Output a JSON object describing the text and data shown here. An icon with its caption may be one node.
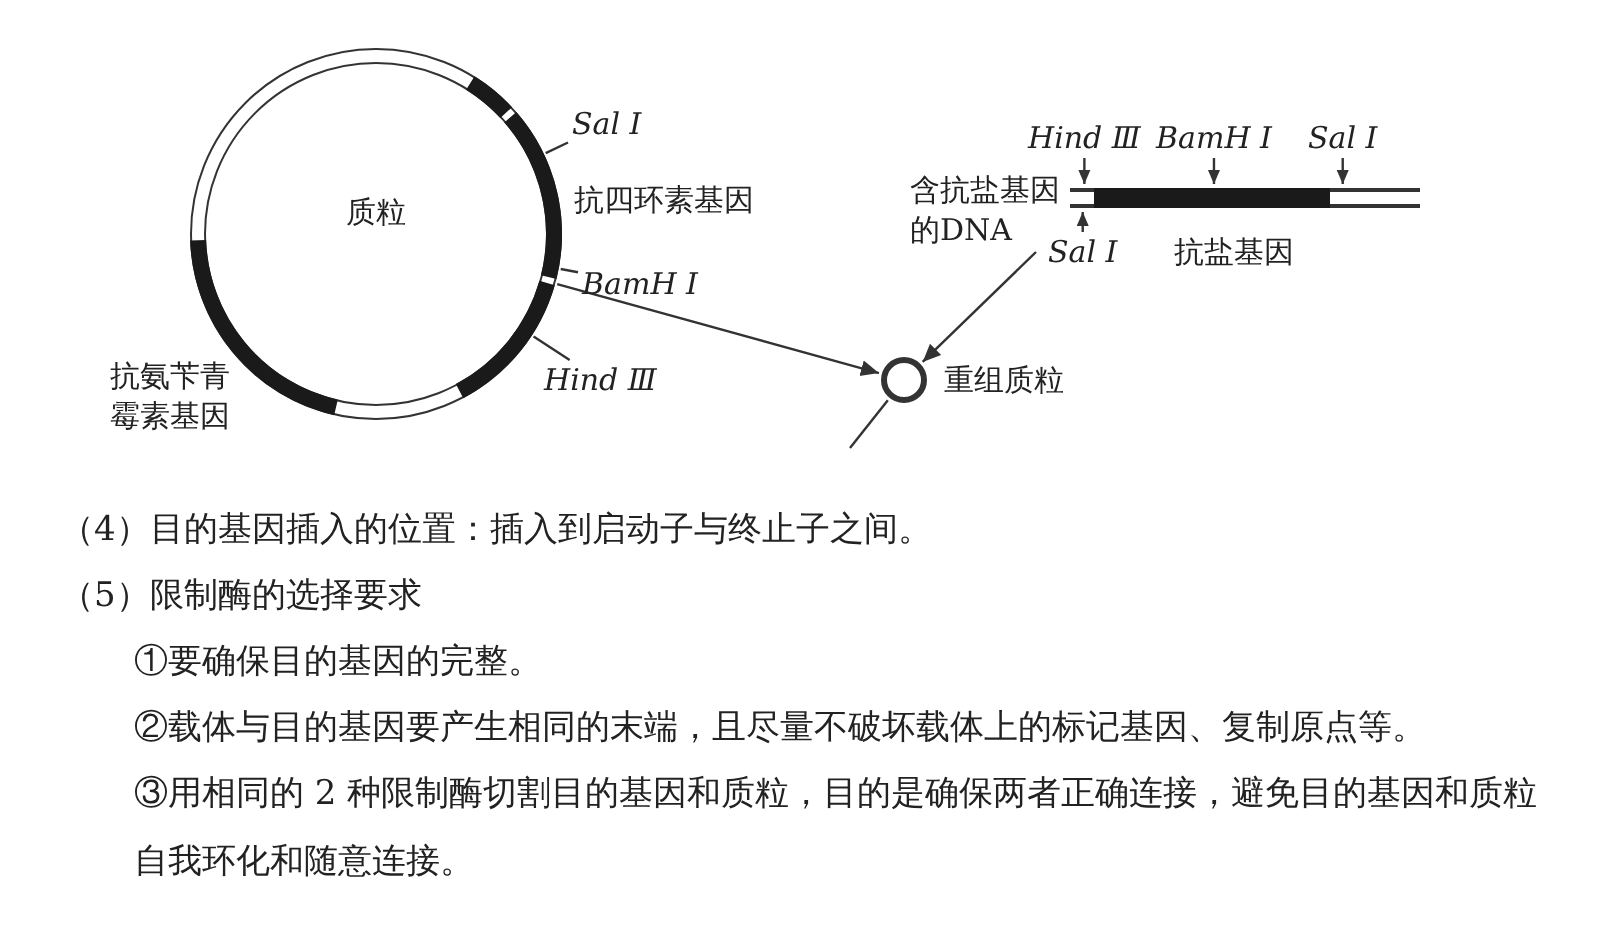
{
  "diagram": {
    "nodes": [
      {
        "text": [
          "质粒"
        ]
      },
      {
        "text": [
          "含抗盐基因的DNA"
        ]
      },
      {
        "text": [
          "重组质粒"
        ]
      },
      {
        "text": [
          "Sal Ⅰ"
        ]
      },
      {
        "text": [
          "BamH Ⅰ"
        ]
      },
      {
        "text": [
          "Hind Ⅲ"
        ]
      },
      {
        "text": [
          "Hind Ⅲ"
        ]
      },
      {
        "text": [
          "BamH Ⅰ"
        ]
      },
      {
        "text": [
          "Sal Ⅰ"
        ]
      },
      {
        "text": [
          "Sal Ⅰ"
        ]
      }
    ],
    "edges": [
      {
        "from": 0,
        "to": 2,
        "arrow": "to"
      },
      {
        "from": 1,
        "to": 2,
        "arrow": "to"
      },
      {
        "from": 2,
        "to": null,
        "arrow": "none"
      },
      {
        "from": 3,
        "to": 0,
        "arrow": "none"
      },
      {
        "from": 4,
        "to": 0,
        "arrow": "none"
      },
      {
        "from": 5,
        "to": 0,
        "arrow": "none"
      },
      {
        "from": 6,
        "to": 1,
        "arrow": "to"
      },
      {
        "from": 7,
        "to": 1,
        "arrow": "to"
      },
      {
        "from": 8,
        "to": 1,
        "arrow": "to"
      },
      {
        "from": 9,
        "to": 1,
        "arrow": "to"
      }
    ],
    "labels": [
      "抗四环素基因",
      "抗盐基因",
      "抗氨苄青霉素基因",
      "（4）目的基因插入的位置：插入到启动子与终止子之间。",
      "（5）限制酶的选择要求",
      "①要确保目的基因的完整。",
      "②载体与目的基因要产生相同的末端，且尽量不破坏载体上的标记基因、复制原点等。",
      "③用相同的 2 种限制酶切割目的基因和质粒，目的是确保两者正确连接，避免目的基因和质粒自我环化和随意连接。"
    ]
  }
}
